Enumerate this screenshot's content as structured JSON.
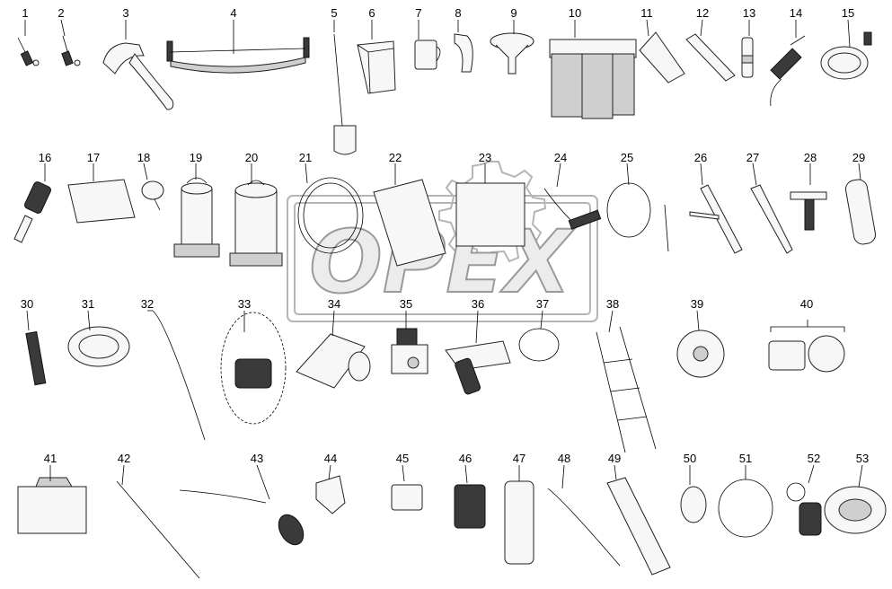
{
  "watermark": {
    "text": "OPEX"
  },
  "parts": [
    {
      "id": "1",
      "label": "1"
    },
    {
      "id": "2",
      "label": "2"
    },
    {
      "id": "3",
      "label": "3"
    },
    {
      "id": "4",
      "label": "4"
    },
    {
      "id": "5",
      "label": "5"
    },
    {
      "id": "6",
      "label": "6"
    },
    {
      "id": "7",
      "label": "7"
    },
    {
      "id": "8",
      "label": "8"
    },
    {
      "id": "9",
      "label": "9"
    },
    {
      "id": "10",
      "label": "10"
    },
    {
      "id": "11",
      "label": "11"
    },
    {
      "id": "12",
      "label": "12"
    },
    {
      "id": "13",
      "label": "13"
    },
    {
      "id": "14",
      "label": "14"
    },
    {
      "id": "15",
      "label": "15"
    },
    {
      "id": "16",
      "label": "16"
    },
    {
      "id": "17",
      "label": "17"
    },
    {
      "id": "18",
      "label": "18"
    },
    {
      "id": "19",
      "label": "19"
    },
    {
      "id": "20",
      "label": "20"
    },
    {
      "id": "21",
      "label": "21"
    },
    {
      "id": "22",
      "label": "22"
    },
    {
      "id": "23",
      "label": "23"
    },
    {
      "id": "24",
      "label": "24"
    },
    {
      "id": "25",
      "label": "25"
    },
    {
      "id": "26",
      "label": "26"
    },
    {
      "id": "27",
      "label": "27"
    },
    {
      "id": "28",
      "label": "28"
    },
    {
      "id": "29",
      "label": "29"
    },
    {
      "id": "30",
      "label": "30"
    },
    {
      "id": "31",
      "label": "31"
    },
    {
      "id": "32",
      "label": "32"
    },
    {
      "id": "33",
      "label": "33"
    },
    {
      "id": "34",
      "label": "34"
    },
    {
      "id": "35",
      "label": "35"
    },
    {
      "id": "36",
      "label": "36"
    },
    {
      "id": "37",
      "label": "37"
    },
    {
      "id": "38",
      "label": "38"
    },
    {
      "id": "39",
      "label": "39"
    },
    {
      "id": "40",
      "label": "40"
    },
    {
      "id": "41",
      "label": "41"
    },
    {
      "id": "42",
      "label": "42"
    },
    {
      "id": "43",
      "label": "43"
    },
    {
      "id": "44",
      "label": "44"
    },
    {
      "id": "45",
      "label": "45"
    },
    {
      "id": "46",
      "label": "46"
    },
    {
      "id": "47",
      "label": "47"
    },
    {
      "id": "48",
      "label": "48"
    },
    {
      "id": "49",
      "label": "49"
    },
    {
      "id": "50",
      "label": "50"
    },
    {
      "id": "51",
      "label": "51"
    },
    {
      "id": "52",
      "label": "52"
    },
    {
      "id": "53",
      "label": "53"
    }
  ]
}
